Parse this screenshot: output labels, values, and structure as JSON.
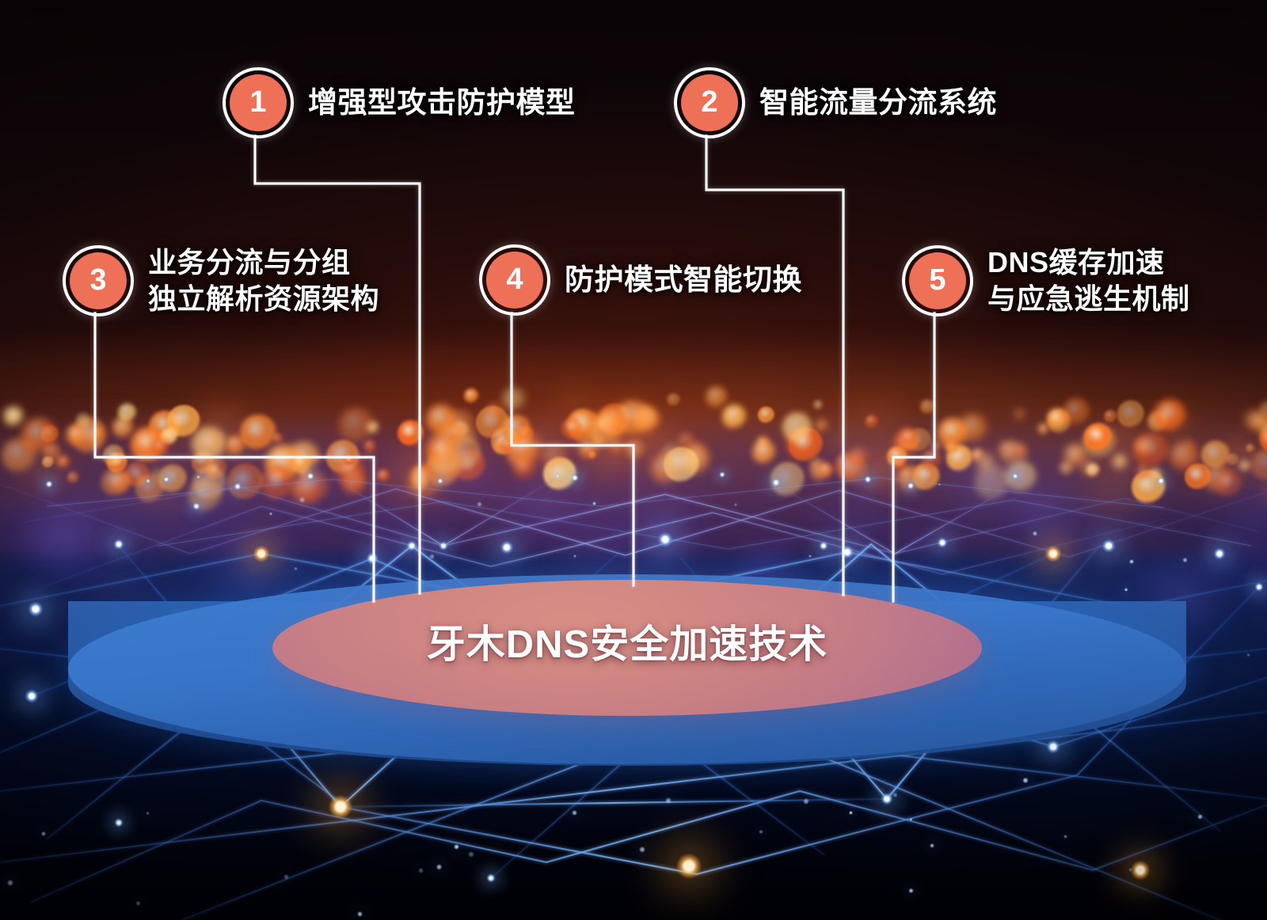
{
  "scene": {
    "title": "牙木DNS安全加速技术",
    "accent_color": "#ee7057",
    "podium_blue": "#3a78cd",
    "podium_pink": "#d8857f",
    "line_color": "#ffffff"
  },
  "callouts": [
    {
      "number": "1",
      "label": "增强型攻击防护模型"
    },
    {
      "number": "2",
      "label": "智能流量分流系统"
    },
    {
      "number": "3",
      "label": "业务分流与分组\n独立解析资源架构"
    },
    {
      "number": "4",
      "label": "防护模式智能切换"
    },
    {
      "number": "5",
      "label": "DNS缓存加速\n与应急逃生机制"
    }
  ]
}
